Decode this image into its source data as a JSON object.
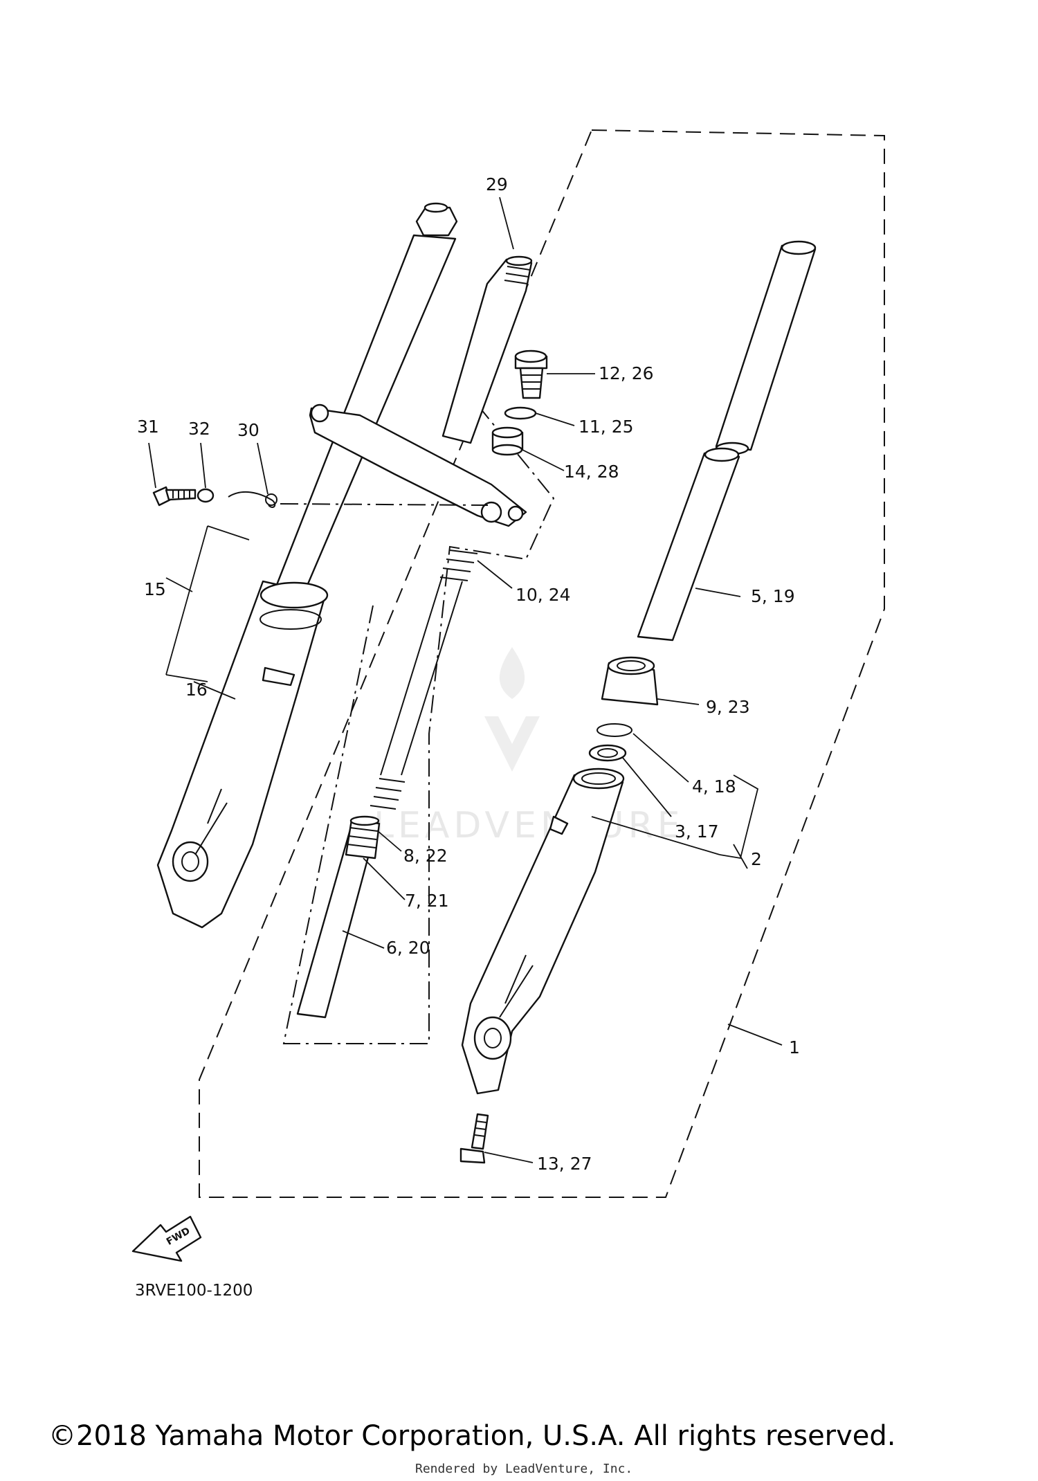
{
  "diagram": {
    "code": "3RVE100-1200",
    "fwd_label": "FWD",
    "watermark": "LEADVENTURE",
    "labels": {
      "l1": "1",
      "l2": "2",
      "l3_17": "3, 17",
      "l4_18": "4, 18",
      "l5_19": "5, 19",
      "l6_20": "6, 20",
      "l7_21": "7, 21",
      "l8_22": "8, 22",
      "l9_23": "9, 23",
      "l10_24": "10, 24",
      "l11_25": "11, 25",
      "l12_26": "12, 26",
      "l13_27": "13, 27",
      "l14_28": "14, 28",
      "l15": "15",
      "l16": "16",
      "l29": "29",
      "l30": "30",
      "l31": "31",
      "l32": "32"
    }
  },
  "footer": {
    "copyright": "©2018 Yamaha Motor Corporation, U.S.A. All rights reserved.",
    "rendered_by": "Rendered by LeadVenture, Inc."
  }
}
